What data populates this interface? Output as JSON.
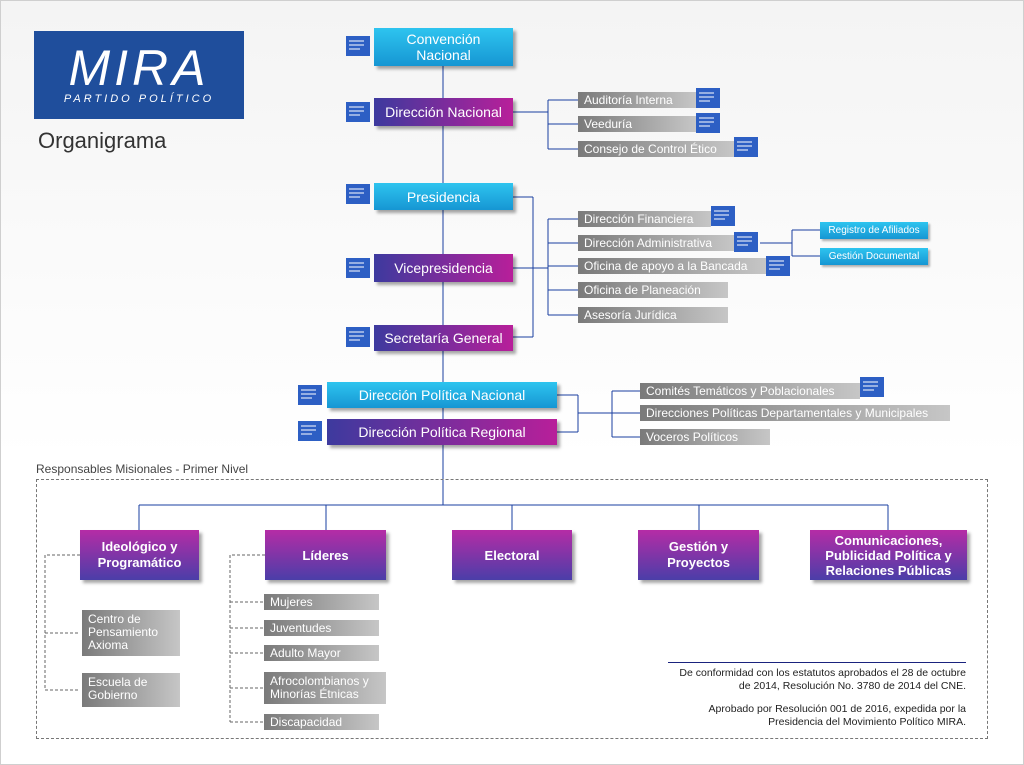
{
  "logo": {
    "name": "MIRA",
    "subtitle": "PARTIDO POLÍTICO"
  },
  "title": "Organigrama",
  "top_nodes": {
    "convencion": "Convención\nNacional",
    "direccion_nacional": "Dirección Nacional",
    "presidencia": "Presidencia",
    "vicepresidencia": "Vicepresidencia",
    "secretaria": "Secretaría General",
    "dir_politica_nacional": "Dirección Política Nacional",
    "dir_politica_regional": "Dirección Política Regional"
  },
  "control_units": [
    "Auditoría Interna",
    "Veeduría",
    "Consejo de Control Ético"
  ],
  "admin_units": [
    "Dirección Financiera",
    "Dirección Administrativa",
    "Oficina de apoyo a la Bancada",
    "Oficina de Planeación",
    "Asesoría Jurídica"
  ],
  "admin_sub": [
    "Registro de Afiliados",
    "Gestión Documental"
  ],
  "political_units": [
    "Comités Temáticos y  Poblacionales",
    "Direcciones Políticas Departamentales y Municipales",
    "Voceros Políticos"
  ],
  "section_label": "Responsables Misionales - Primer Nivel",
  "missions": [
    "Ideológico y\nProgramático",
    "Líderes",
    "Electoral",
    "Gestión y\nProyectos",
    "Comunicaciones,\nPublicidad Política y\nRelaciones Públicas"
  ],
  "ideologico_sub": [
    "Centro de\nPensamiento\nAxioma",
    "Escuela de\nGobierno"
  ],
  "lideres_sub": [
    "Mujeres",
    "Juventudes",
    "Adulto Mayor",
    "Afrocolombianos y\nMinorías Étnicas",
    "Discapacidad"
  ],
  "notes": {
    "n1": "De conformidad con los estatutos aprobados el 28 de octubre de 2014, Resolución No. 3780 de 2014 del CNE.",
    "n2": "Aprobado por Resolución 001 de 2016, expedida por la Presidencia del Movimiento Político MIRA."
  },
  "colors": {
    "cyan": "#1da6e0",
    "purple": "#6b2fa3",
    "magenta": "#b81f9a",
    "blue_logo": "#1f4e9c",
    "line": "#1a3fa0"
  }
}
